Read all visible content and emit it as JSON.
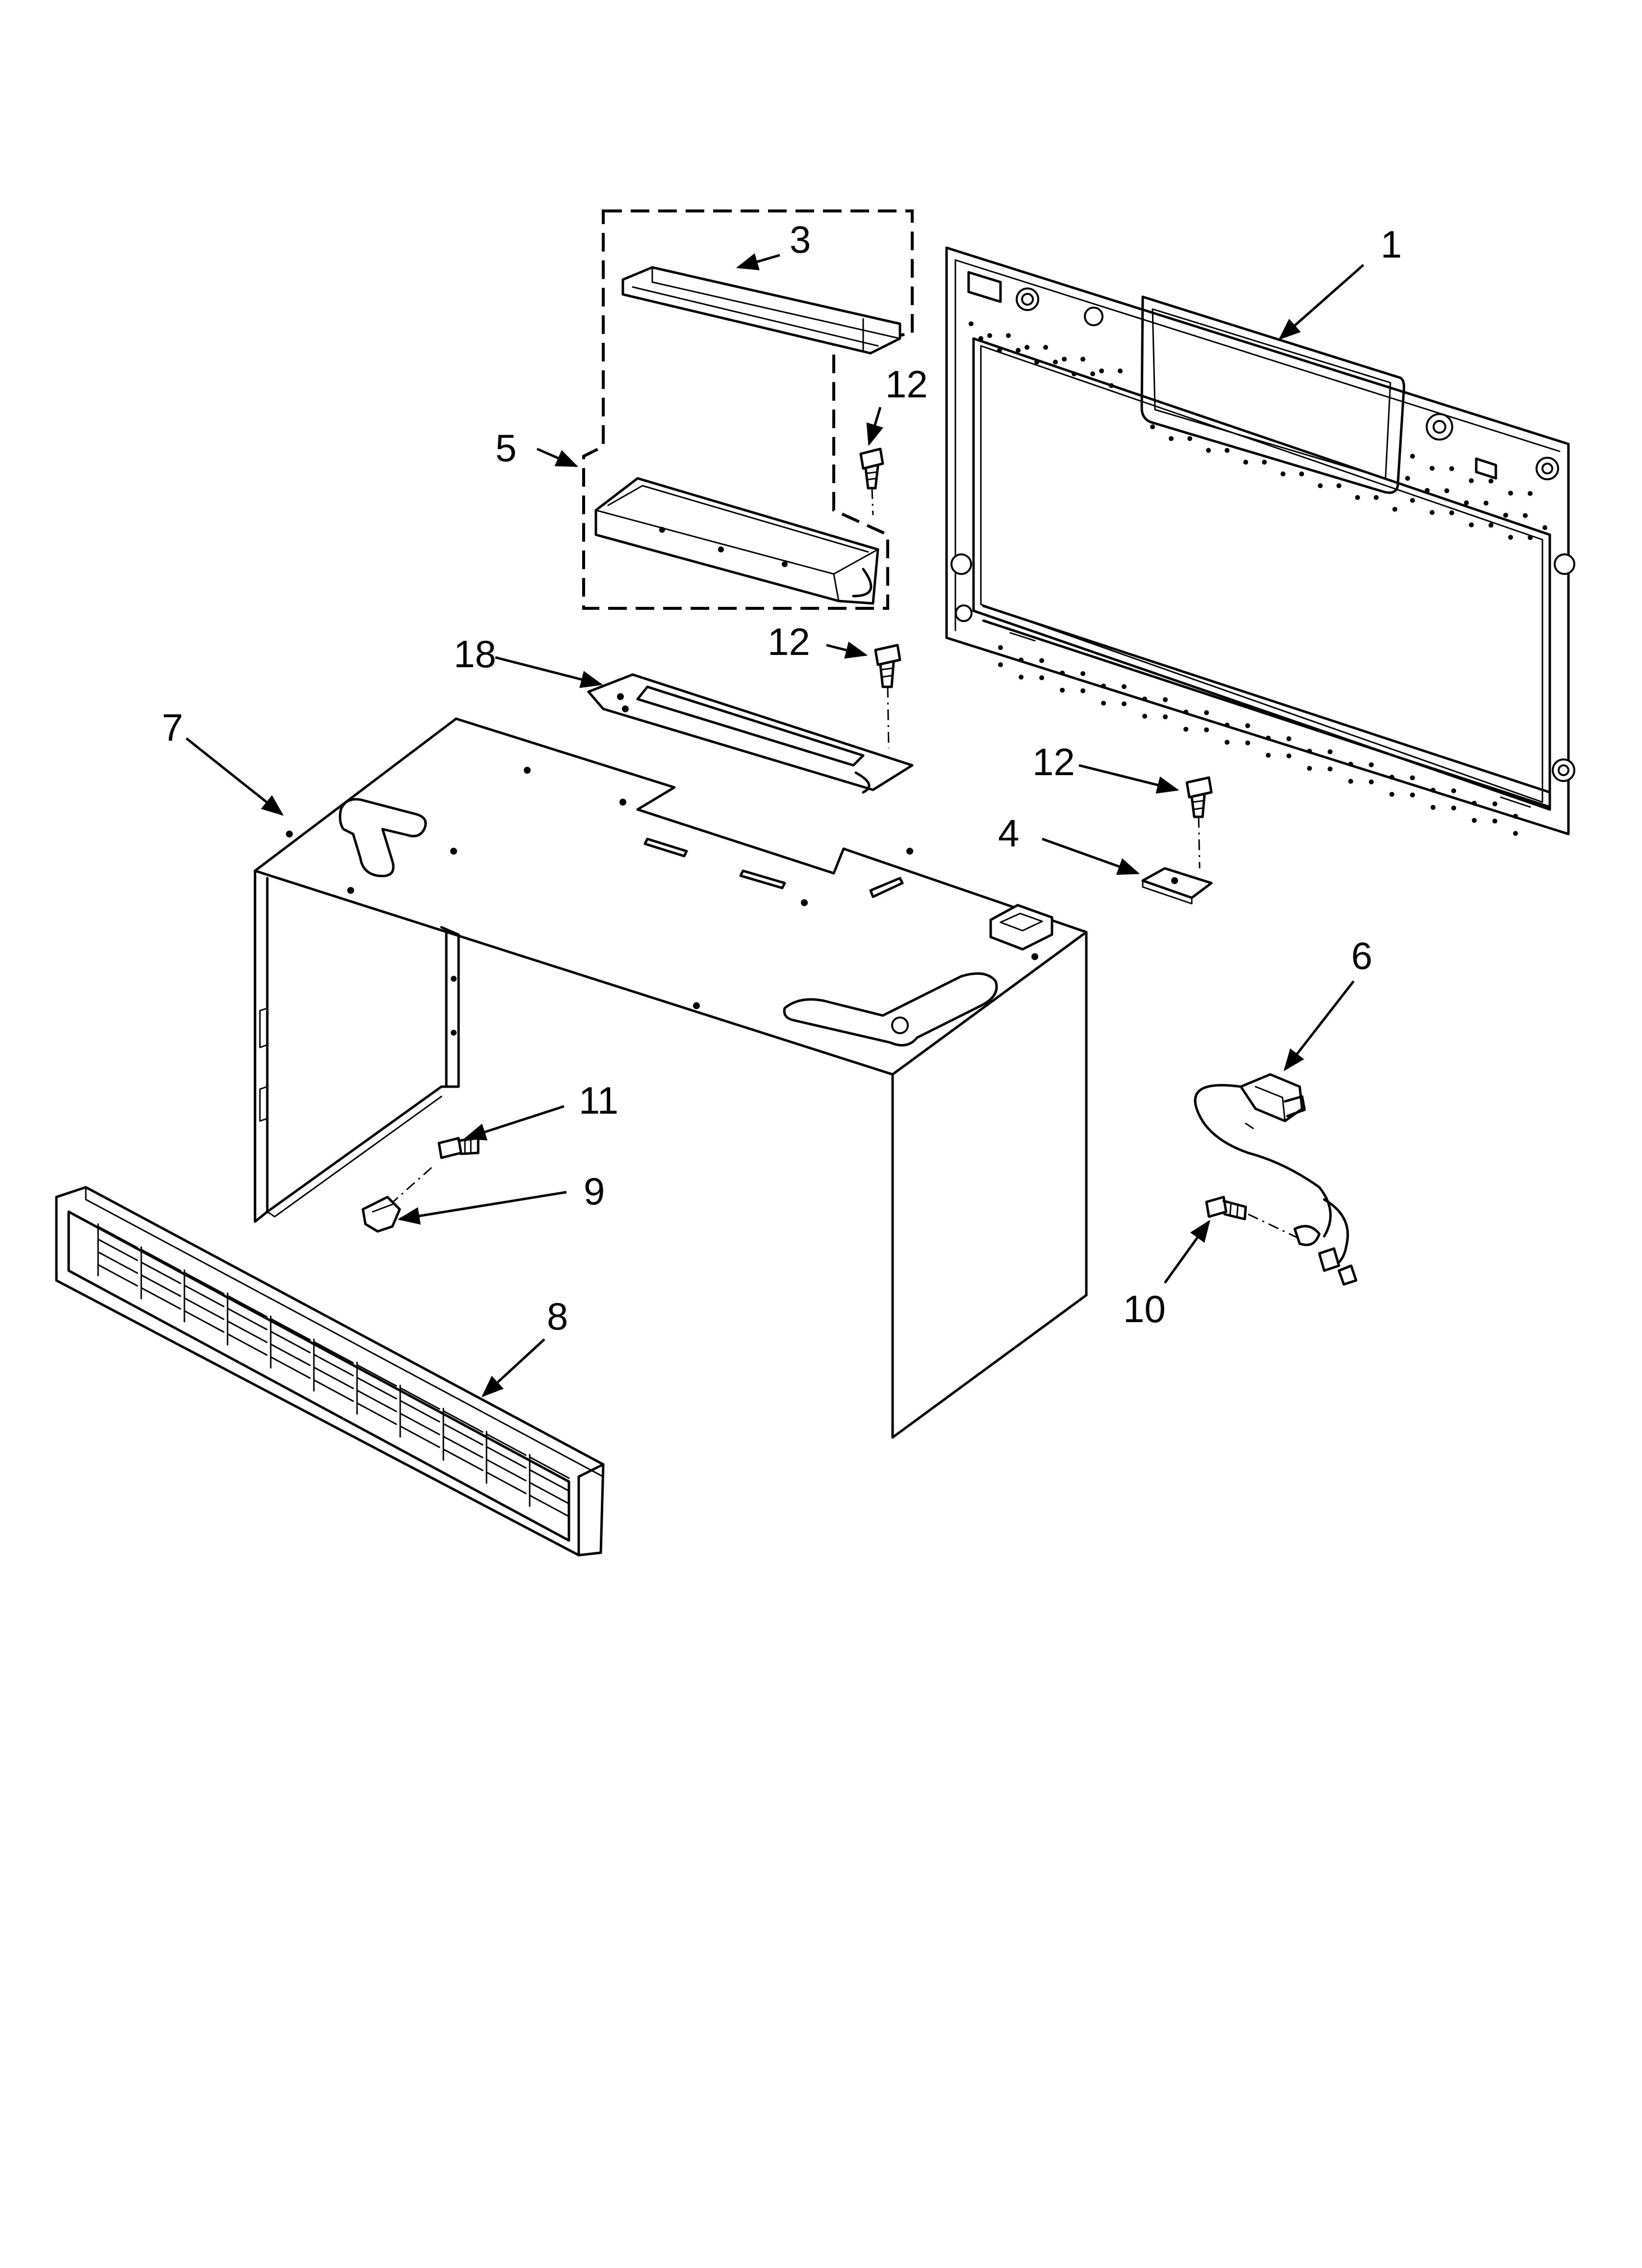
{
  "callouts": {
    "c1": "1",
    "c3": "3",
    "c4": "4",
    "c5": "5",
    "c6": "6",
    "c7": "7",
    "c8": "8",
    "c9": "9",
    "c10": "10",
    "c11": "11",
    "c12a": "12",
    "c12b": "12",
    "c12c": "12",
    "c18": "18"
  }
}
